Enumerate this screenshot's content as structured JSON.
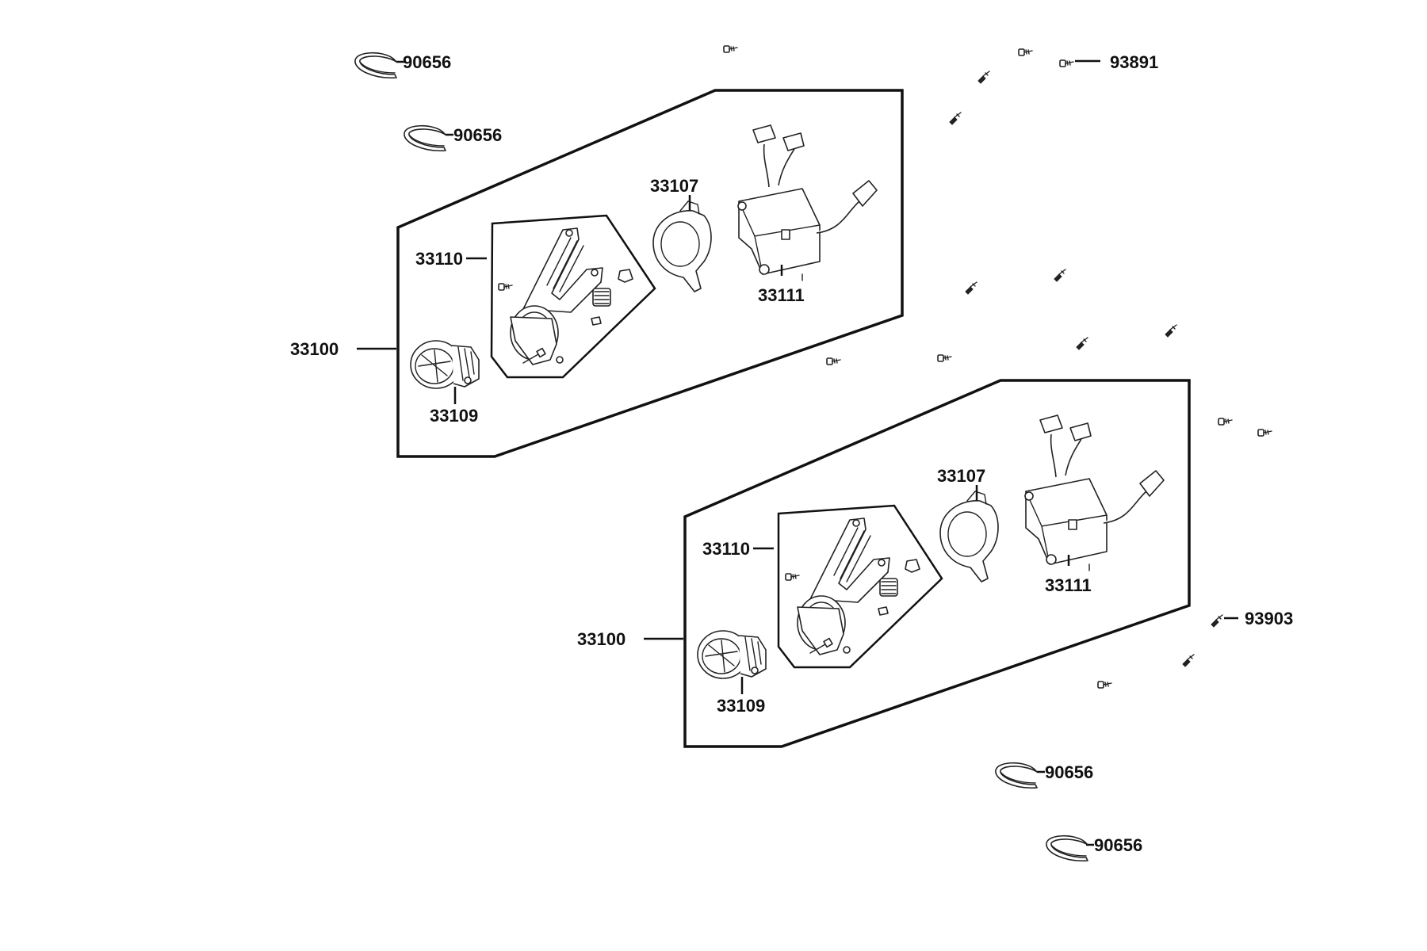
{
  "diagram": {
    "labels": {
      "clip_top_1": "90656",
      "clip_top_2": "90656",
      "screw_top": "93891",
      "assembly_top": "33100",
      "bracket_top": "33110",
      "gasket_top": "33107",
      "ballast_top": "33111",
      "lamp_top": "33109",
      "assembly_bottom": "33100",
      "bracket_bottom": "33110",
      "gasket_bottom": "33107",
      "ballast_bottom": "33111",
      "lamp_bottom": "33109",
      "screw_bottom": "93903",
      "clip_bottom_1": "90656",
      "clip_bottom_2": "90656"
    }
  }
}
